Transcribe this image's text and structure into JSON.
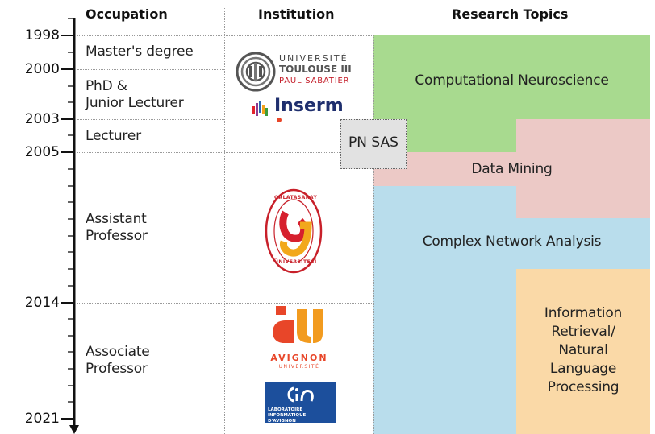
{
  "headers": {
    "occupation": "Occupation",
    "institution": "Institution",
    "research": "Research Topics"
  },
  "timeline": {
    "years": [
      "1998",
      "2000",
      "2003",
      "2005",
      "2014",
      "2021"
    ]
  },
  "occupations": [
    {
      "lines": [
        "Master's degree"
      ]
    },
    {
      "lines": [
        "PhD &",
        "Junior Lecturer"
      ]
    },
    {
      "lines": [
        "Lecturer"
      ]
    },
    {
      "lines": [
        "Assistant",
        "Professor"
      ]
    },
    {
      "lines": [
        "Associate",
        "Professor"
      ]
    }
  ],
  "institutions": {
    "toulouse": {
      "line1": "UNIVERSITÉ",
      "line2": "TOULOUSE III",
      "line3": "PAUL SABATIER"
    },
    "inserm": "Inserm",
    "pnsas": "PN SAS",
    "galatasaray": {
      "top": "GALATASARAY",
      "bottom": "ÜNİVERSİTESİ"
    },
    "avignon": {
      "line1": "AVIGNON",
      "line2": "UNIVERSITÉ"
    },
    "lia": {
      "line1": "LABORATOIRE",
      "line2": "INFORMATIQUE D'AVIGNON"
    }
  },
  "topics": {
    "neuro": "Computational Neuroscience",
    "datamining": "Data Mining",
    "complex": "Complex Network Analysis",
    "ir": [
      "Information",
      "Retrieval/",
      "Natural",
      "Language",
      "Processing"
    ]
  },
  "colors": {
    "neuro": "#a8da8f",
    "datamining": "#ecc9c6",
    "complex": "#b9ddec",
    "ir": "#fad9a7",
    "galatasaray_red": "#d6202e",
    "galatasaray_yellow": "#f2a81c",
    "avignon_red": "#e84629",
    "avignon_orange": "#f29b1f",
    "lia_blue": "#1c4f9c"
  }
}
